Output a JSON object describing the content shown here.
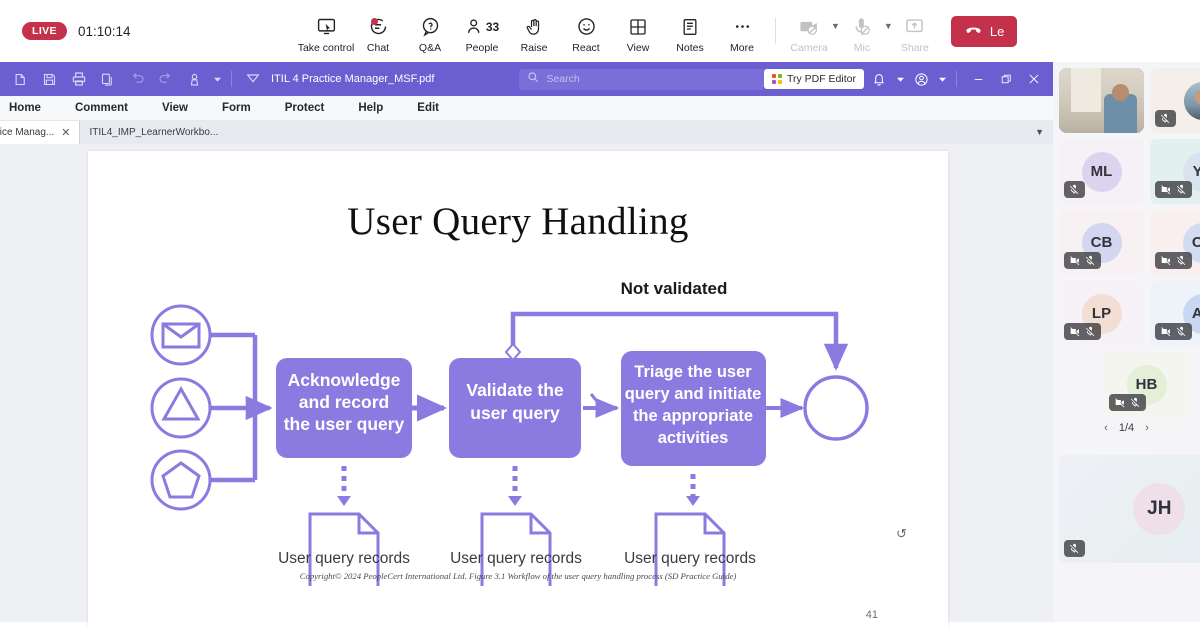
{
  "meeting": {
    "live_label": "LIVE",
    "timer": "01:10:14",
    "controls": [
      {
        "name": "take-control",
        "label": "Take control",
        "icon": "screen-cursor-icon",
        "disabled": false,
        "badge": false
      },
      {
        "name": "chat",
        "label": "Chat",
        "icon": "chat-icon",
        "disabled": false,
        "badge": true
      },
      {
        "name": "qa",
        "label": "Q&A",
        "icon": "question-bubble-icon",
        "disabled": false,
        "badge": false
      },
      {
        "name": "people",
        "label": "People",
        "icon": "person-icon",
        "disabled": false,
        "count": "33"
      },
      {
        "name": "raise",
        "label": "Raise",
        "icon": "raise-hand-icon",
        "disabled": false
      },
      {
        "name": "react",
        "label": "React",
        "icon": "smiley-icon",
        "disabled": false
      },
      {
        "name": "view",
        "label": "View",
        "icon": "grid-layout-icon",
        "disabled": false
      },
      {
        "name": "notes",
        "label": "Notes",
        "icon": "notes-icon",
        "disabled": false
      },
      {
        "name": "more",
        "label": "More",
        "icon": "ellipsis-icon",
        "disabled": false
      }
    ],
    "device_controls": [
      {
        "name": "camera",
        "label": "Camera",
        "icon": "camera-off-icon",
        "disabled": true
      },
      {
        "name": "mic",
        "label": "Mic",
        "icon": "mic-off-icon",
        "disabled": true
      },
      {
        "name": "share",
        "label": "Share",
        "icon": "share-screen-icon",
        "disabled": true
      }
    ],
    "leave_label": "Le"
  },
  "pdf": {
    "document_title": "ITIL 4 Practice Manager_MSF.pdf",
    "search_placeholder": "Search",
    "try_editor_label": "Try PDF Editor",
    "menu": [
      "Home",
      "Comment",
      "View",
      "Form",
      "Protect",
      "Help",
      "Edit"
    ],
    "tabs": [
      {
        "label": "tice Manag...",
        "active": true,
        "closable": true
      },
      {
        "label": "ITIL4_IMP_LearnerWorkbo...",
        "active": false,
        "closable": false
      }
    ],
    "page_number": "41"
  },
  "slide": {
    "title": "User Query Handling",
    "loop_label": "Not validated",
    "boxes": [
      {
        "id": "acknowledge",
        "text": "Acknowledge and record the user query"
      },
      {
        "id": "validate",
        "text": "Validate the user query"
      },
      {
        "id": "triage",
        "text": "Triage the user query and initiate the appropriate activities"
      }
    ],
    "records": [
      "User query records",
      "User query records",
      "User query records"
    ],
    "input_icons": [
      "envelope-icon",
      "triangle-icon",
      "pentagon-icon"
    ],
    "copyright": "Copyright© 2024 PeopleCert International Ltd. Figure 3.1 Workflow of the user query handling process  (SD Practice Guide)",
    "accent_color": "#8b7ae0"
  },
  "participants": {
    "page_indicator": "1/4",
    "tiles": [
      {
        "name": "speaker-video",
        "initials": "",
        "video": true,
        "active": true,
        "muted": true,
        "cam_off": false,
        "bg": "#cfc9bd"
      },
      {
        "name": "participant-photo",
        "initials": "",
        "photo": true,
        "active": false,
        "muted": true,
        "cam_off": false,
        "bg": "#f3eeea"
      },
      {
        "name": "participant-ml",
        "initials": "ML",
        "active": false,
        "muted": true,
        "cam_off": false,
        "bg": "#f5f1f6",
        "av": "#d9d2ec"
      },
      {
        "name": "participant-yp",
        "initials": "YP",
        "active": false,
        "muted": true,
        "cam_off": true,
        "bg": "#e4f1ef",
        "av": "#d8e2ef"
      },
      {
        "name": "participant-cb",
        "initials": "CB",
        "active": false,
        "muted": true,
        "cam_off": true,
        "bg": "#f6f0f2",
        "av": "#cfd3ee"
      },
      {
        "name": "participant-ch",
        "initials": "CH",
        "active": false,
        "muted": true,
        "cam_off": true,
        "bg": "#f8eeee",
        "av": "#cfd8f0"
      },
      {
        "name": "participant-lp",
        "initials": "LP",
        "active": false,
        "muted": true,
        "cam_off": true,
        "bg": "#f6f1f7",
        "av": "#f0ddd2"
      },
      {
        "name": "participant-ac",
        "initials": "AC",
        "active": false,
        "muted": true,
        "cam_off": true,
        "bg": "#eef3f9",
        "av": "#c5d6ee"
      },
      {
        "name": "participant-hb",
        "initials": "HB",
        "active": false,
        "muted": true,
        "cam_off": true,
        "bg": "#f3f4ee",
        "av": "#e0ecd4"
      },
      {
        "name": "participant-jh",
        "initials": "JH",
        "active": false,
        "muted": true,
        "cam_off": false,
        "bg": "#eef1f5",
        "av": "#ecdfe9"
      }
    ]
  }
}
